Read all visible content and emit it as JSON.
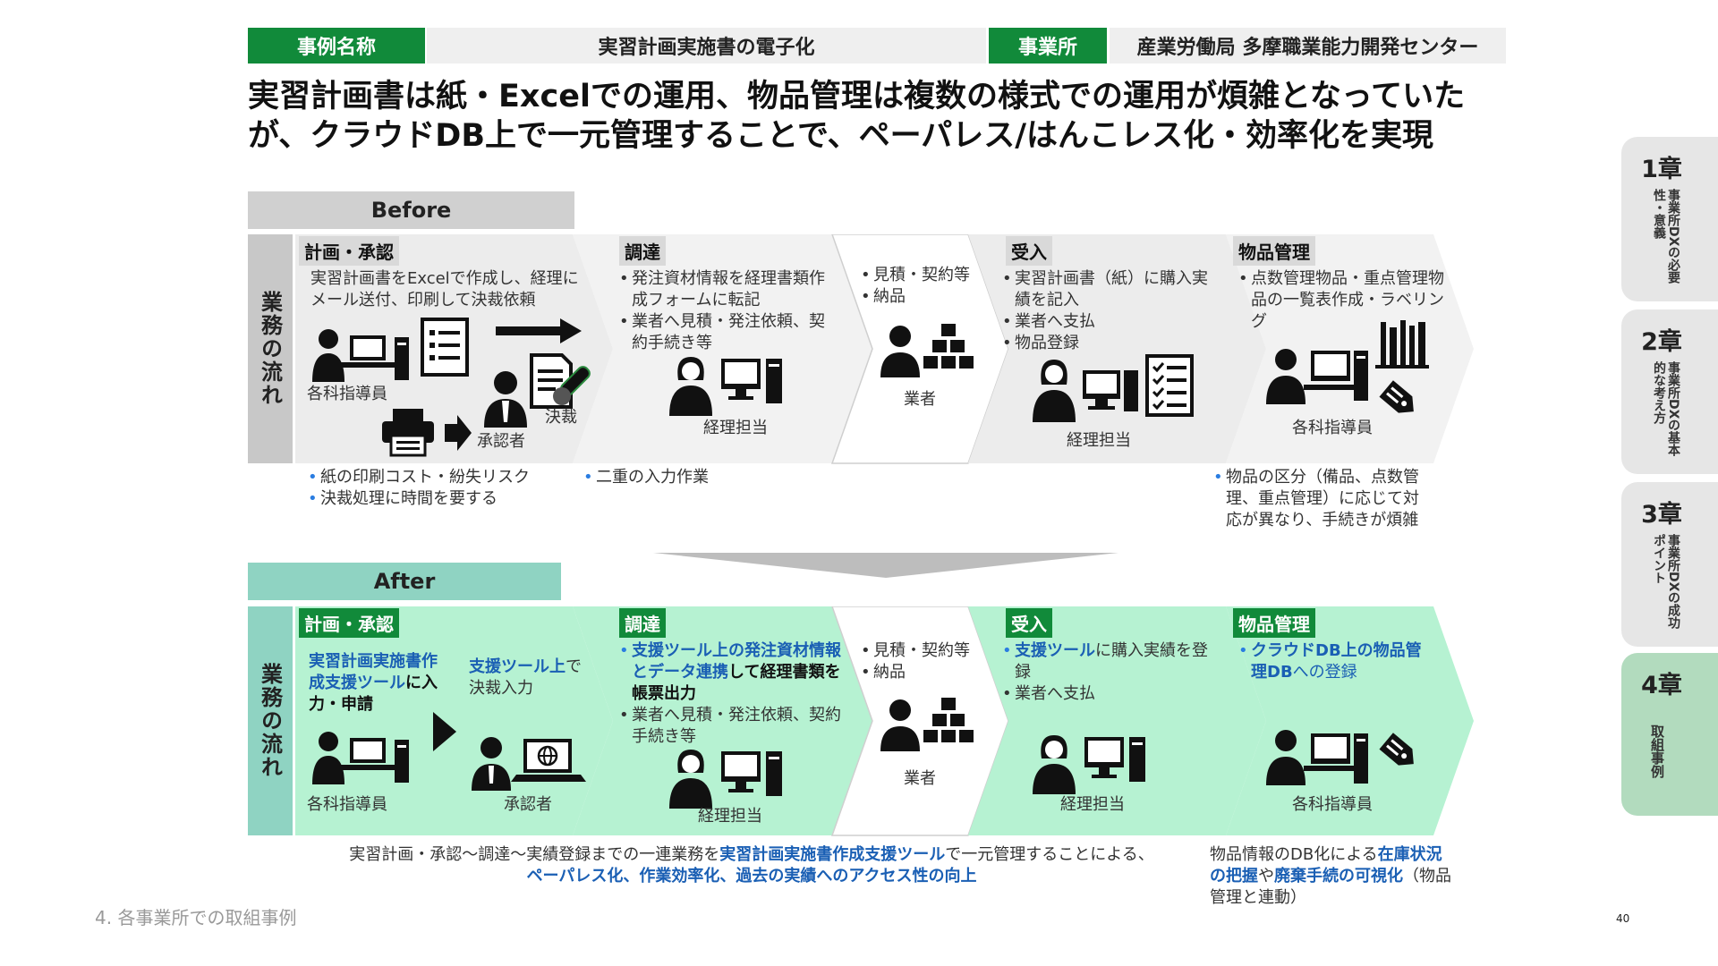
{
  "header": {
    "case_label": "事例名称",
    "case_value": "実習計画実施書の電子化",
    "office_label": "事業所",
    "office_value": "産業労働局 多摩職業能力開発センター"
  },
  "headline": {
    "line1": "実習計画書は紙・Excelでの運用、物品管理は複数の様式での運用が煩雑となっていた",
    "line2": "が、クラウドDB上で一元管理することで、ペーパレス/はんこレス化・効率化を実現"
  },
  "before": {
    "label": "Before",
    "flow_label": "業務の流れ",
    "stages": {
      "plan": {
        "tag": "計画・承認",
        "desc": "実習計画書をExcelで作成し、経理にメール送付、印刷して決裁依頼",
        "cap_instructor": "各科指導員",
        "cap_approver": "承認者",
        "cap_decision": "決裁"
      },
      "procure": {
        "tag": "調達",
        "b1": "発注資材情報を経理書類作成フォームに転記",
        "b2": "業者へ見積・発注依頼、契約手続き等",
        "cap": "経理担当"
      },
      "vendor": {
        "b1": "見積・契約等",
        "b2": "納品",
        "cap": "業者"
      },
      "receive": {
        "tag": "受入",
        "b1": "実習計画書（紙）に購入実績を記入",
        "b2": "業者へ支払",
        "b3": "物品登録",
        "cap": "経理担当"
      },
      "goods": {
        "tag": "物品管理",
        "b1": "点数管理物品・重点管理物品の一覧表作成・ラベリング",
        "cap": "各科指導員"
      }
    },
    "issues": {
      "i1": "紙の印刷コスト・紛失リスク",
      "i2": "決裁処理に時間を要する",
      "i3": "二重の入力作業",
      "i4": "物品の区分（備品、点数管理、重点管理）に応じて対応が異なり、手続きが煩雑"
    }
  },
  "after": {
    "label": "After",
    "flow_label": "業務の流れ",
    "stages": {
      "plan": {
        "tag": "計画・承認",
        "t1_blue": "実習計画実施書作成支援ツール",
        "t1_rest": "に入力・申請",
        "t2_blue": "支援ツール上",
        "t2_rest": "で決裁入力",
        "cap_instructor": "各科指導員",
        "cap_approver": "承認者"
      },
      "procure": {
        "tag": "調達",
        "b1_blue": "支援ツール上の発注資材情報とデータ連携",
        "b1_rest": "して経理書類を帳票出力",
        "b2": "業者へ見積・発注依頼、契約手続き等",
        "cap": "経理担当"
      },
      "vendor": {
        "b1": "見積・契約等",
        "b2": "納品",
        "cap": "業者"
      },
      "receive": {
        "tag": "受入",
        "b1_blue": "支援ツール",
        "b1_rest": "に購入実績を登録",
        "b2": "業者へ支払",
        "cap": "経理担当"
      },
      "goods": {
        "tag": "物品管理",
        "b1_blue": "クラウドDB上の物品管理DB",
        "b1_rest": "への登録",
        "cap": "各科指導員"
      }
    },
    "effects": {
      "e1_a": "実習計画・承認～調達～実績登録までの一連業務を",
      "e1_b": "実習計画実施書作成支援ツール",
      "e1_c": "で一元管理することによる、",
      "e1_d": "ペーパレス化、作業効率化、過去の実績へのアクセス性の向上",
      "e2_a": "物品情報のDB化による",
      "e2_b": "在庫状況の把握",
      "e2_c": "や",
      "e2_d": "廃棄手続の可視化",
      "e2_e": "（物品管理と連動）"
    }
  },
  "footer": {
    "section": "4. 各事業所での取組事例",
    "page": "40"
  },
  "side_tabs": [
    {
      "num": "1章",
      "title": "事業所DXの必要性・意義"
    },
    {
      "num": "2章",
      "title": "事業所DXの基本的な考え方"
    },
    {
      "num": "3章",
      "title": "事業所DXの成功ポイント"
    },
    {
      "num": "4章",
      "title": "取組事例"
    }
  ],
  "colors": {
    "green": "#118a3a",
    "light_green": "#b8f2d0",
    "teal": "#8fd3c2",
    "gray": "#d9d9d9",
    "blue": "#1a5fb4"
  }
}
